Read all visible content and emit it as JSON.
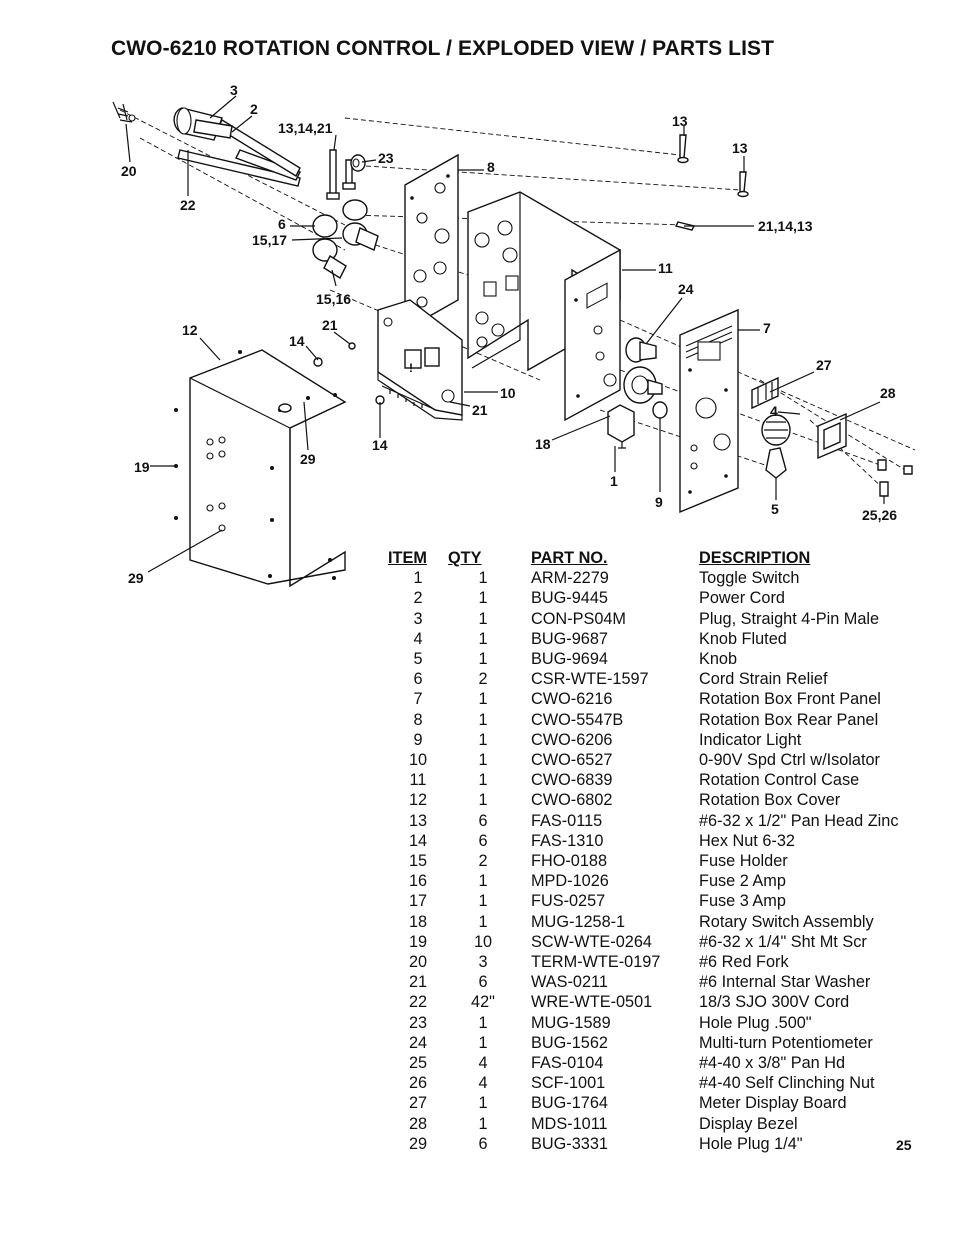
{
  "title": "CWO-6210 ROTATION CONTROL / EXPLODED VIEW / PARTS LIST",
  "page_number": "25",
  "callouts": {
    "c3": "3",
    "c2": "2",
    "c20": "20",
    "c22": "22",
    "c131421": "13,14,21",
    "c23": "23",
    "c8": "8",
    "c13a": "13",
    "c13b": "13",
    "c211413": "21,14,13",
    "c6": "6",
    "c1517": "15,17",
    "c1516": "15,16",
    "c11": "11",
    "c24": "24",
    "c12": "12",
    "c14a": "14",
    "c21a": "21",
    "c7": "7",
    "c27": "27",
    "c10": "10",
    "c21b": "21",
    "c28": "28",
    "c4": "4",
    "c19": "19",
    "c29a": "29",
    "c14b": "14",
    "c18": "18",
    "c1": "1",
    "c9": "9",
    "c5": "5",
    "c2526": "25,26",
    "c29b": "29",
    "c_panel": "!"
  },
  "table": {
    "headers": {
      "item": "ITEM",
      "qty": "QTY",
      "part": "PART NO.",
      "desc": "DESCRIPTION"
    },
    "rows": [
      {
        "item": "1",
        "qty": "1",
        "part": "ARM-2279",
        "desc": "Toggle Switch"
      },
      {
        "item": "2",
        "qty": "1",
        "part": "BUG-9445",
        "desc": "Power Cord"
      },
      {
        "item": "3",
        "qty": "1",
        "part": "CON-PS04M",
        "desc": "Plug, Straight 4-Pin Male"
      },
      {
        "item": "4",
        "qty": "1",
        "part": "BUG-9687",
        "desc": "Knob Fluted"
      },
      {
        "item": "5",
        "qty": "1",
        "part": "BUG-9694",
        "desc": "Knob"
      },
      {
        "item": "6",
        "qty": "2",
        "part": "CSR-WTE-1597",
        "desc": "Cord Strain Relief"
      },
      {
        "item": "7",
        "qty": "1",
        "part": "CWO-6216",
        "desc": "Rotation Box Front Panel"
      },
      {
        "item": "8",
        "qty": "1",
        "part": "CWO-5547B",
        "desc": "Rotation Box Rear Panel"
      },
      {
        "item": "9",
        "qty": "1",
        "part": "CWO-6206",
        "desc": "Indicator Light"
      },
      {
        "item": "10",
        "qty": "1",
        "part": "CWO-6527",
        "desc": "0-90V Spd Ctrl w/Isolator"
      },
      {
        "item": "11",
        "qty": "1",
        "part": "CWO-6839",
        "desc": "Rotation Control Case"
      },
      {
        "item": "12",
        "qty": "1",
        "part": "CWO-6802",
        "desc": "Rotation Box Cover"
      },
      {
        "item": "13",
        "qty": "6",
        "part": "FAS-0115",
        "desc": "#6-32 x 1/2\" Pan Head Zinc"
      },
      {
        "item": "14",
        "qty": "6",
        "part": "FAS-1310",
        "desc": "Hex Nut 6-32"
      },
      {
        "item": "15",
        "qty": "2",
        "part": "FHO-0188",
        "desc": "Fuse Holder"
      },
      {
        "item": "16",
        "qty": "1",
        "part": "MPD-1026",
        "desc": "Fuse 2 Amp"
      },
      {
        "item": "17",
        "qty": "1",
        "part": "FUS-0257",
        "desc": "Fuse 3 Amp"
      },
      {
        "item": "18",
        "qty": "1",
        "part": "MUG-1258-1",
        "desc": "Rotary Switch Assembly"
      },
      {
        "item": "19",
        "qty": "10",
        "part": "SCW-WTE-0264",
        "desc": "#6-32 x 1/4\" Sht Mt Scr"
      },
      {
        "item": "20",
        "qty": "3",
        "part": "TERM-WTE-0197",
        "desc": "#6 Red Fork"
      },
      {
        "item": "21",
        "qty": "6",
        "part": "WAS-0211",
        "desc": "#6 Internal Star Washer"
      },
      {
        "item": "22",
        "qty": "42\"",
        "part": "WRE-WTE-0501",
        "desc": "18/3 SJO 300V Cord"
      },
      {
        "item": "23",
        "qty": "1",
        "part": "MUG-1589",
        "desc": "Hole Plug .500\""
      },
      {
        "item": "24",
        "qty": "1",
        "part": "BUG-1562",
        "desc": "Multi-turn Potentiometer"
      },
      {
        "item": "25",
        "qty": "4",
        "part": "FAS-0104",
        "desc": "#4-40 x 3/8\" Pan Hd"
      },
      {
        "item": "26",
        "qty": "4",
        "part": "SCF-1001",
        "desc": "#4-40 Self Clinching Nut"
      },
      {
        "item": "27",
        "qty": "1",
        "part": "BUG-1764",
        "desc": "Meter Display Board"
      },
      {
        "item": "28",
        "qty": "1",
        "part": "MDS-1011",
        "desc": "Display Bezel"
      },
      {
        "item": "29",
        "qty": "6",
        "part": "BUG-3331",
        "desc": "Hole Plug 1/4\""
      }
    ]
  }
}
